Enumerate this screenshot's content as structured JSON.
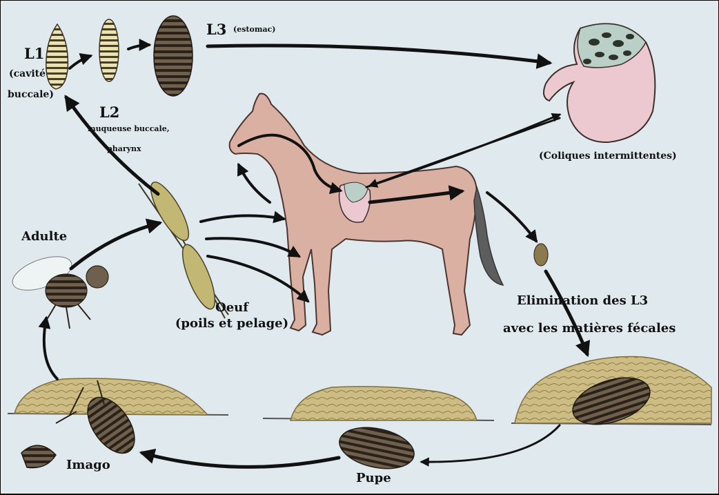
{
  "labels": {
    "l1": "L1",
    "l1_loc_1": "(cavité",
    "l1_loc_2": "buccale)",
    "l2": "L2",
    "l2_loc_1": "muqueuse buccale,",
    "l2_loc_2": "pharynx",
    "l3": "L3",
    "l3_loc": "(estomac)",
    "coliques": "(Coliques intermittentes)",
    "adulte": "Adulte",
    "oeuf": "Oeuf",
    "oeuf_loc": "(poils et pelage)",
    "elimination_1": "Elimination des L3",
    "elimination_2": "avec les matières fécales",
    "imago": "Imago",
    "pupe": "Pupe"
  },
  "colors": {
    "background": "#dfe9ee",
    "arrow": "#111111",
    "horse": "#d9b0a2",
    "stomach": "#ecc8d0",
    "soil": "#cbbb82",
    "larva": "#3a3128",
    "egg": "#c2b874"
  }
}
